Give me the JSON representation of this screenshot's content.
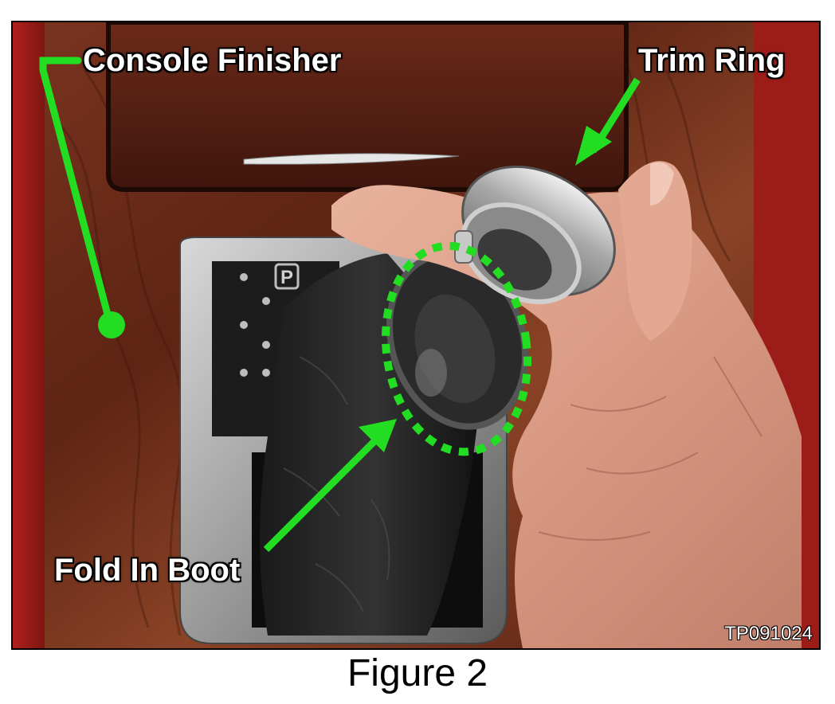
{
  "photo": {
    "callouts": {
      "console_finisher": "Console Finisher",
      "trim_ring": "Trim Ring",
      "fold_in_boot": "Fold In Boot"
    },
    "code": "TP091024",
    "shifter_glyph": "P",
    "accent_color": "#22dd22"
  },
  "caption": "Figure 2"
}
